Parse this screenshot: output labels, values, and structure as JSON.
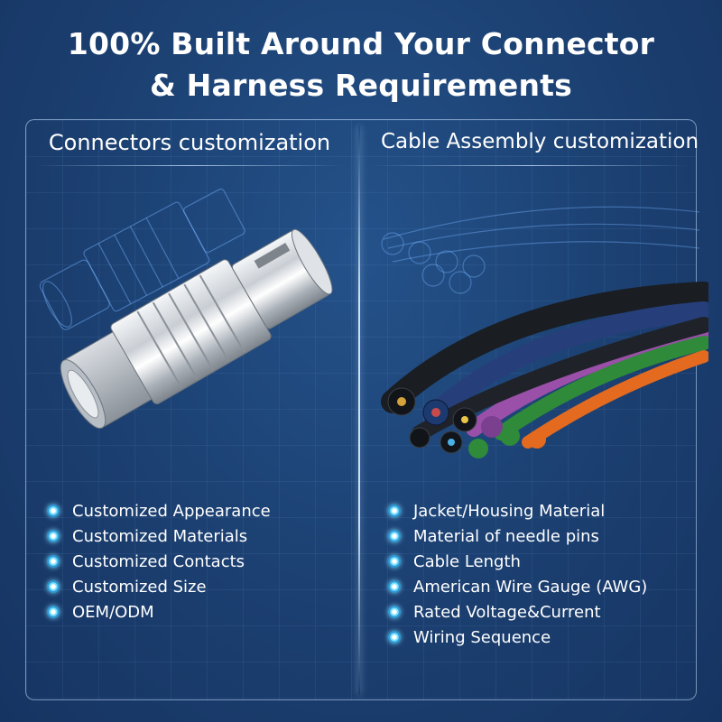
{
  "page": {
    "title_line1": "100% Built Around Your Connector",
    "title_line2": "& Harness Requirements"
  },
  "left_column": {
    "heading": "Connectors customization",
    "items": [
      "Customized Appearance",
      "Customized Materials",
      "Customized Contacts",
      "Customized Size",
      "OEM/ODM"
    ]
  },
  "right_column": {
    "heading": "Cable Assembly customization",
    "items": [
      "Jacket/Housing Material",
      "Material of needle pins",
      "Cable Length",
      "American Wire Gauge (AWG)",
      "Rated Voltage&Current",
      "Wiring Sequence"
    ]
  },
  "colors": {
    "background": "#1b3f70",
    "accent_bullet": "#7fe0ff",
    "cable_colors": [
      "#1a1d22",
      "#263f7a",
      "#7a3f8f",
      "#2f8a3a",
      "#e36a1f",
      "#9a4fa8"
    ]
  }
}
